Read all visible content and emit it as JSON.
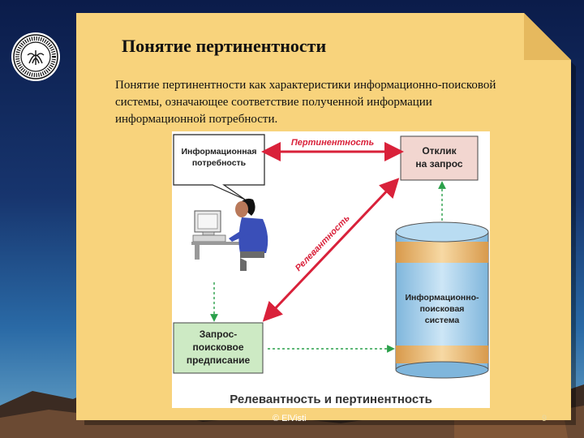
{
  "slide": {
    "title": "Понятие пертинентности",
    "body": "Понятие пертинентности как характеристики информационно-поисковой системы, означающее соответствие полученной информации информационной потребности.",
    "footer_copyright": "© ElVisti",
    "page_number": "9"
  },
  "diagram": {
    "need_label_1": "Информационная",
    "need_label_2": "потребность",
    "response_label_1": "Отклик",
    "response_label_2": "на запрос",
    "query_label_1": "Запрос-",
    "query_label_2": "поисковое",
    "query_label_3": "предписание",
    "system_label_1": "Информационно-",
    "system_label_2": "поисковая",
    "system_label_3": "система",
    "pertinence_label": "Пертинентность",
    "relevance_label": "Релевантность",
    "caption": "Релевантность и пертинентность"
  },
  "colors": {
    "page_fill": "#f8d37c",
    "arrow_red": "#d9213a",
    "arrow_green": "#2aa04a",
    "response_box": "#f2d6d0",
    "query_box": "#cdeac4",
    "cylinder_band": "#f0c27a",
    "cylinder_body": "#a9d2ec"
  }
}
